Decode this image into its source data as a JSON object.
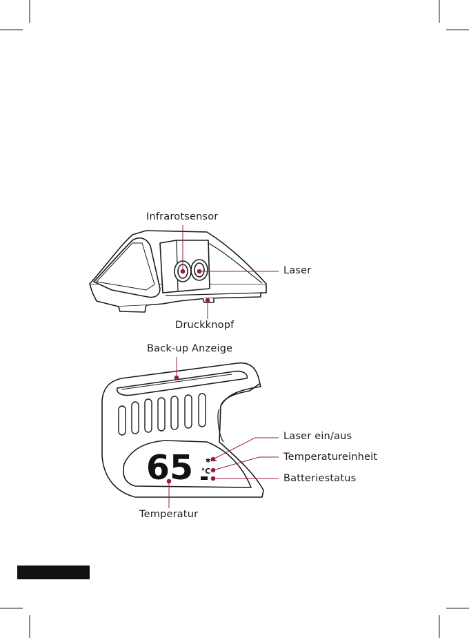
{
  "labels": {
    "infrared_sensor": "Infrarotsensor",
    "laser": "Laser",
    "push_button": "Druckknopf",
    "backup_display": "Back-up Anzeige",
    "laser_on_off": "Laser ein/aus",
    "temperature_unit": "Temperatureinheit",
    "battery_status": "Batteriestatus",
    "temperature": "Temperatur"
  },
  "display": {
    "reading": "65",
    "unit": "°C",
    "laser_symbol": "✱—"
  },
  "colors": {
    "callout": "#9b1b3f",
    "outline": "#1a1a1a"
  }
}
